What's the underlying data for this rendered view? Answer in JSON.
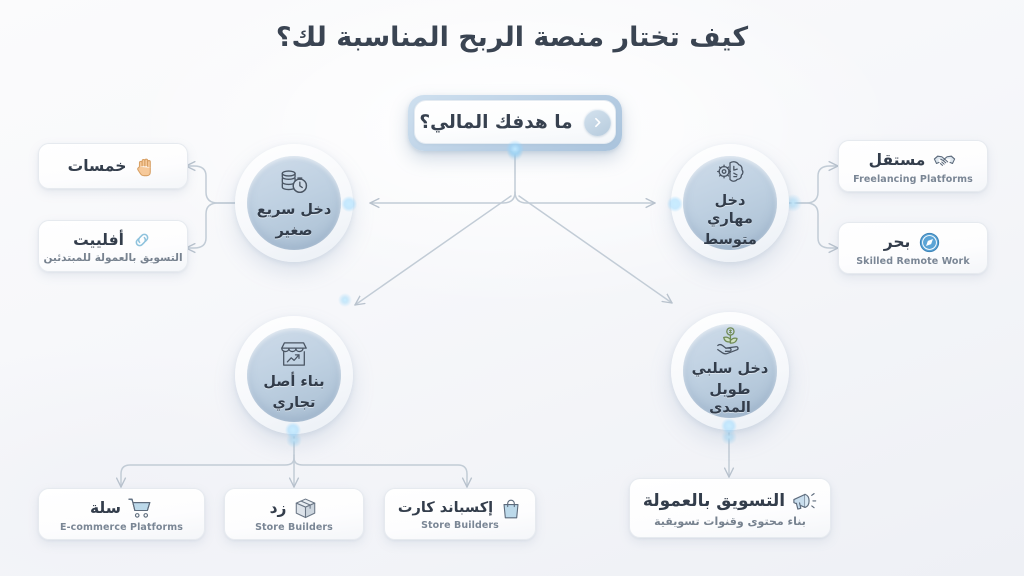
{
  "page": {
    "title": "كيف تختار منصة الربح المناسبة لك؟",
    "background_color": "#f6f7fa",
    "accent_color": "#b6cbdd",
    "text_color": "#3c4654"
  },
  "root": {
    "label": "ما هدفك المالي؟",
    "icon": "chevron-right-circle-icon"
  },
  "branches": [
    {
      "id": "quick-small-income",
      "label": "دخل سريع\nصغير",
      "label_line1": "دخل سريع",
      "label_line2": "صغير",
      "icon": "coins-stopwatch-icon",
      "leaves": [
        {
          "title": "خمسات",
          "subtitle": "",
          "icon": "raised-hand-icon"
        },
        {
          "title": "أفلييت",
          "subtitle": "التسويق بالعمولة للمبتدئين",
          "icon": "link-chain-icon"
        }
      ]
    },
    {
      "id": "medium-skill-income",
      "label_line1": "دخل مهاري",
      "label_line2": "متوسط",
      "icon": "brain-gear-icon",
      "leaves": [
        {
          "title": "مستقل",
          "subtitle": "Freelancing Platforms",
          "icon": "handshake-icon"
        },
        {
          "title": "بحر",
          "subtitle": "Skilled Remote Work",
          "icon": "compass-icon"
        }
      ]
    },
    {
      "id": "business-asset",
      "label_line1": "بناء أصل",
      "label_line2": "تجاري",
      "icon": "storefront-chart-icon",
      "leaves": [
        {
          "title": "سلة",
          "subtitle": "E-commerce Platforms",
          "icon": "shopping-cart-icon"
        },
        {
          "title": "زد",
          "subtitle": "Store Builders",
          "icon": "package-box-icon"
        },
        {
          "title": "إكسباند كارت",
          "subtitle": "Store Builders",
          "icon": "shopping-bag-icon"
        }
      ]
    },
    {
      "id": "passive-longterm-income",
      "label_line1": "دخل سلبي",
      "label_line2": "طويل المدى",
      "icon": "hand-plant-money-icon",
      "leaves": [
        {
          "title": "التسويق بالعمولة",
          "subtitle": "بناء محتوى وقنوات تسويقية",
          "icon": "megaphone-icon"
        }
      ]
    }
  ]
}
